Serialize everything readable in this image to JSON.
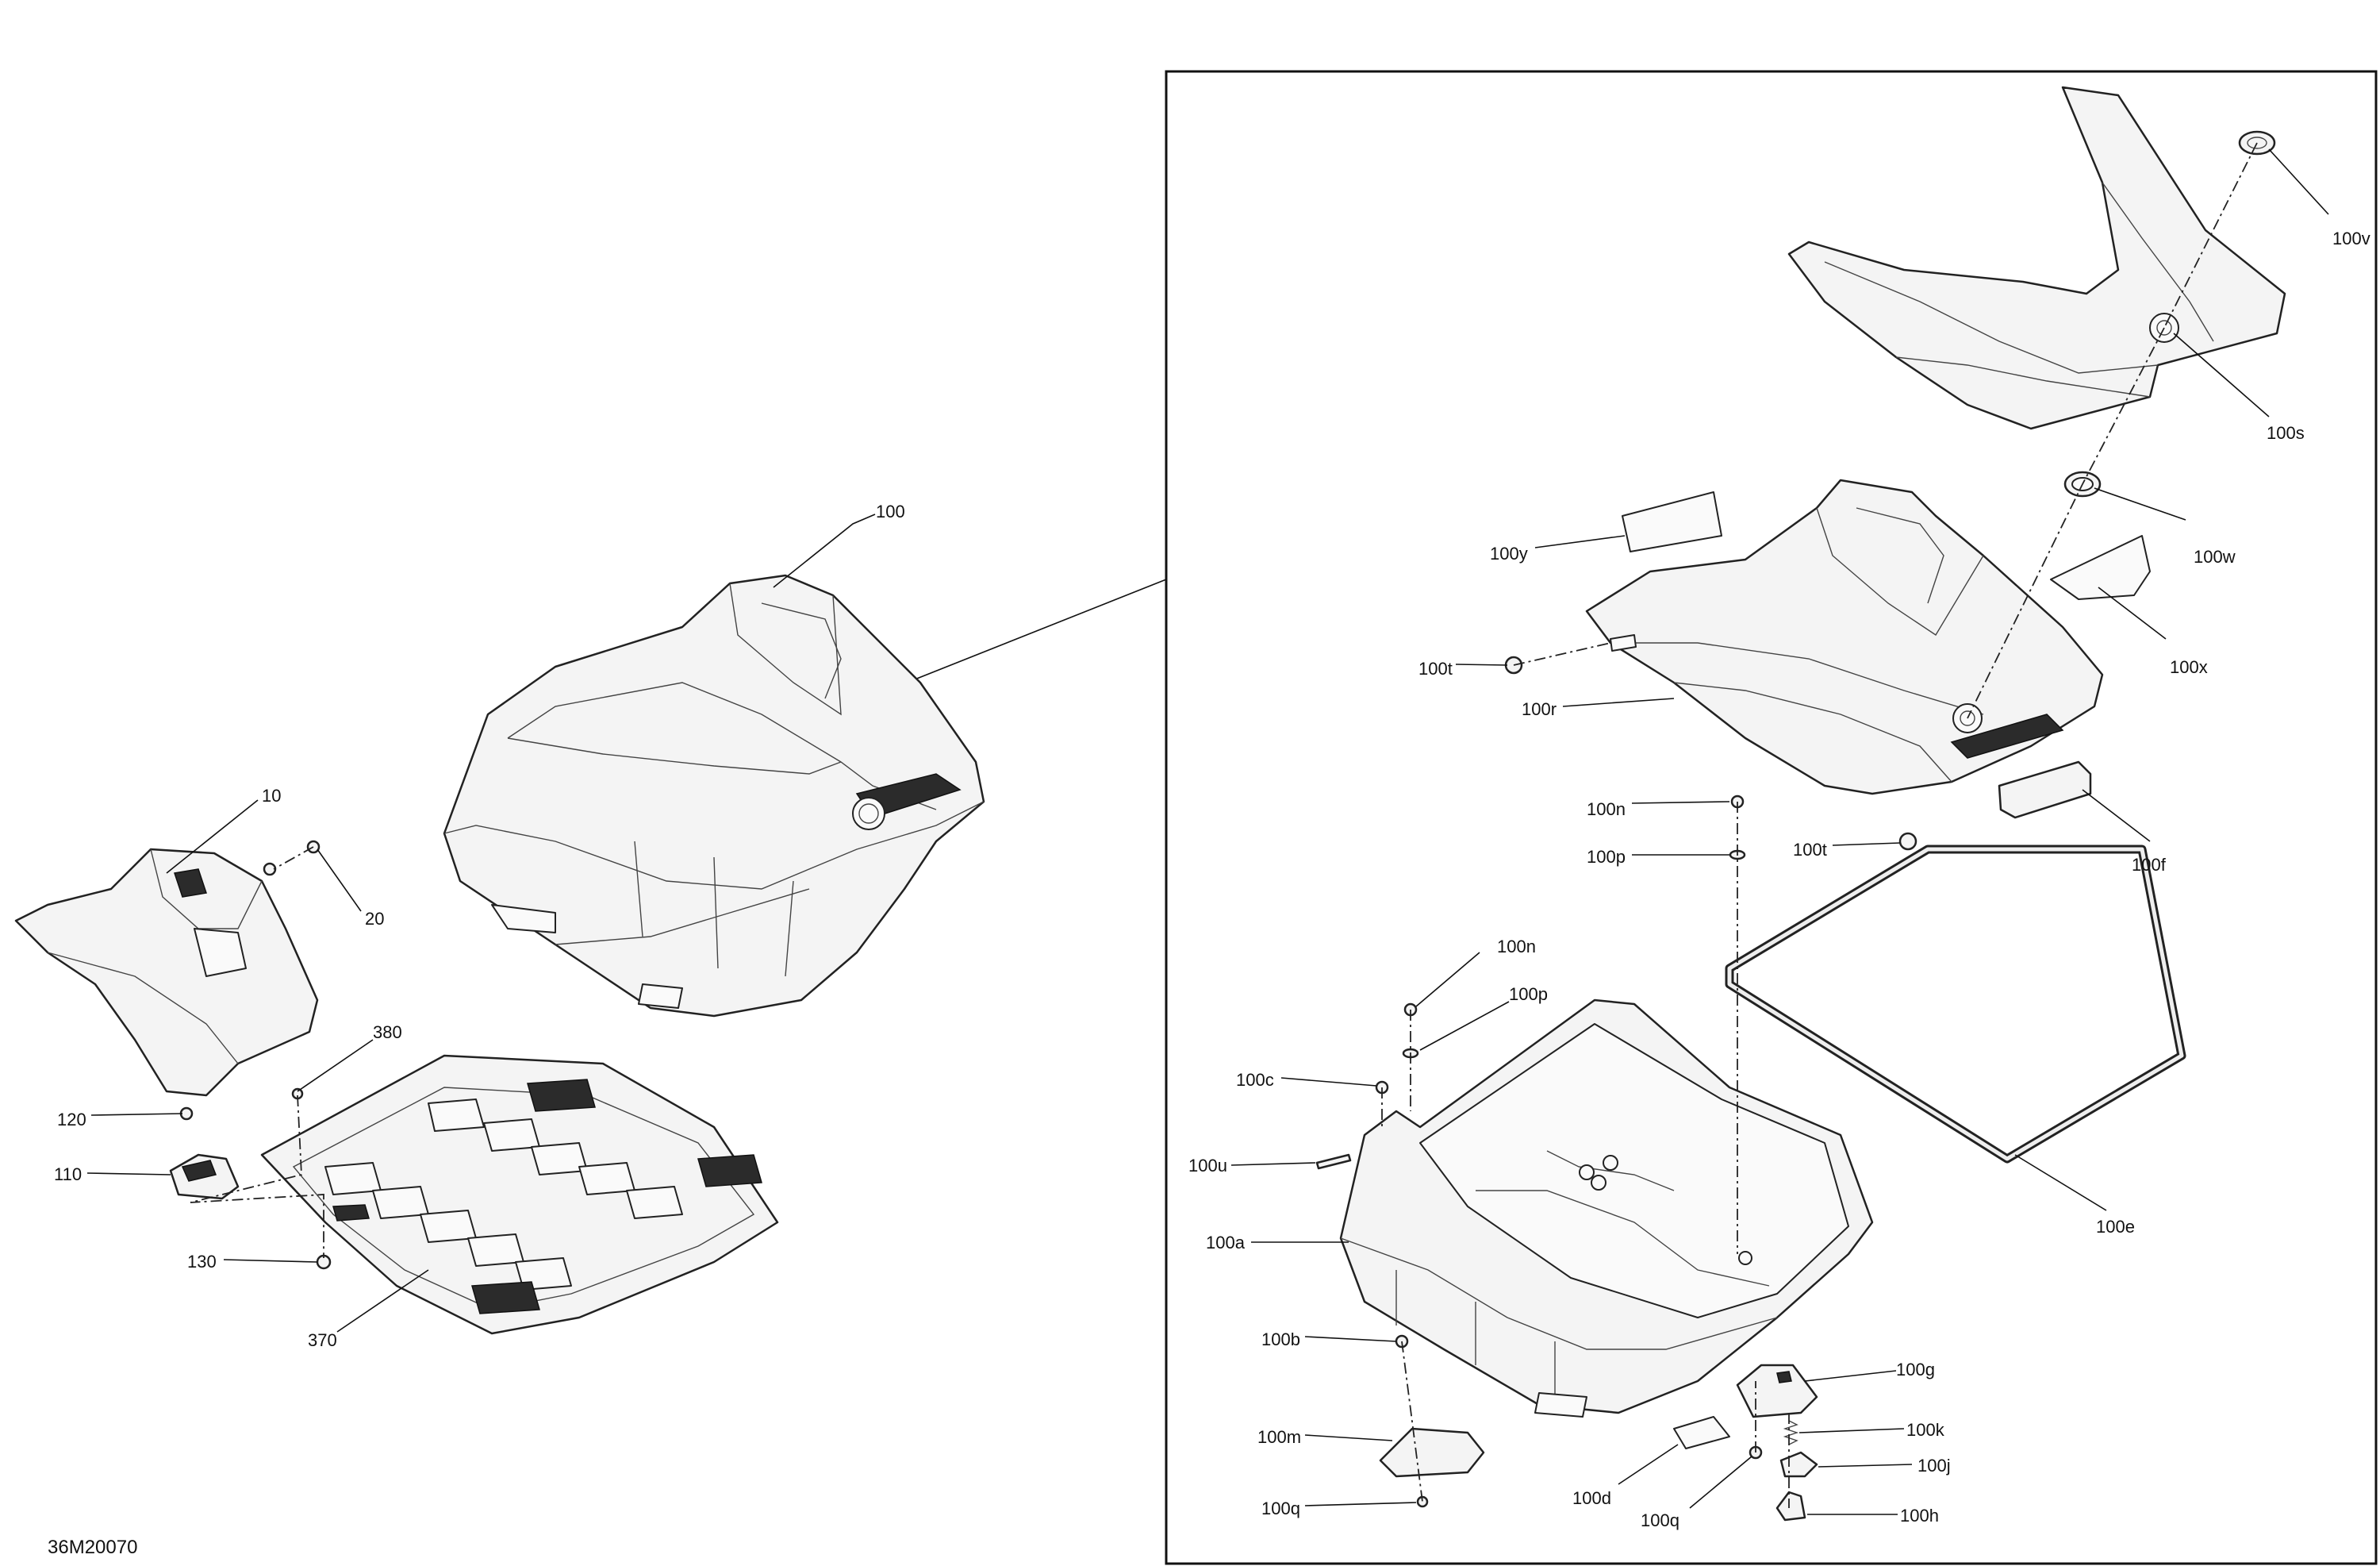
{
  "diagram": {
    "document_id": "36M20070",
    "callouts": [
      {
        "key": "c100",
        "label": "100"
      },
      {
        "key": "c10",
        "label": "10"
      },
      {
        "key": "c20",
        "label": "20"
      },
      {
        "key": "c380",
        "label": "380"
      },
      {
        "key": "c120",
        "label": "120"
      },
      {
        "key": "c110",
        "label": "110"
      },
      {
        "key": "c130",
        "label": "130"
      },
      {
        "key": "c370",
        "label": "370"
      },
      {
        "key": "c100v",
        "label": "100v"
      },
      {
        "key": "c100s",
        "label": "100s"
      },
      {
        "key": "c100y",
        "label": "100y"
      },
      {
        "key": "c100w",
        "label": "100w"
      },
      {
        "key": "c100t_a",
        "label": "100t"
      },
      {
        "key": "c100x",
        "label": "100x"
      },
      {
        "key": "c100r",
        "label": "100r"
      },
      {
        "key": "c100n_a",
        "label": "100n"
      },
      {
        "key": "c100p_a",
        "label": "100p"
      },
      {
        "key": "c100t_b",
        "label": "100t"
      },
      {
        "key": "c100f",
        "label": "100f"
      },
      {
        "key": "c100n_b",
        "label": "100n"
      },
      {
        "key": "c100p_b",
        "label": "100p"
      },
      {
        "key": "c100c",
        "label": "100c"
      },
      {
        "key": "c100u",
        "label": "100u"
      },
      {
        "key": "c100a",
        "label": "100a"
      },
      {
        "key": "c100e",
        "label": "100e"
      },
      {
        "key": "c100b",
        "label": "100b"
      },
      {
        "key": "c100g",
        "label": "100g"
      },
      {
        "key": "c100k",
        "label": "100k"
      },
      {
        "key": "c100m",
        "label": "100m"
      },
      {
        "key": "c100j",
        "label": "100j"
      },
      {
        "key": "c100d",
        "label": "100d"
      },
      {
        "key": "c100q_a",
        "label": "100q"
      },
      {
        "key": "c100q_b",
        "label": "100q"
      },
      {
        "key": "c100h",
        "label": "100h"
      }
    ]
  }
}
